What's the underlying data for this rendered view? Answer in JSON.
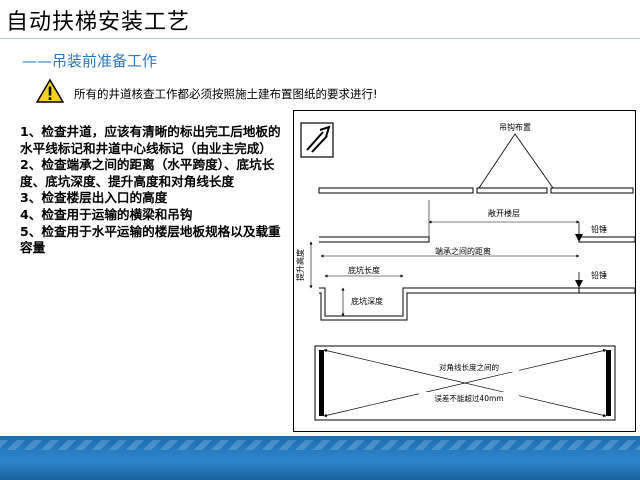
{
  "header": {
    "title": "自动扶梯安装工艺",
    "subtitle": "——吊装前准备工作"
  },
  "notice": {
    "icon": "warning-icon",
    "text": "所有的井道核查工作都必须按照施土建布置图纸的要求进行!"
  },
  "checklist": [
    "1、检查井道，应该有清晰的标出完工后地板的水平线标记和井道中心线标记（由业主完成）",
    "2、检查端承之间的距离（水平跨度）、底坑长度、底坑深度、提升高度和对角线长度",
    "3、检查楼层出入口的高度",
    "4、检查用于运输的横梁和吊钩",
    "5、检查用于水平运输的楼层地板规格以及载重容量"
  ],
  "diagram": {
    "hook_label": "吊钩布置",
    "clear_floor_label": "敞开楼层",
    "plumb_top_label": "铅锤",
    "plumb_bottom_label": "铅锤",
    "support_distance_label": "端承之间的距离",
    "lift_height_label": "提升高度",
    "pit_length_label": "底坑长度",
    "pit_depth_label": "底坑深度",
    "diagonal_label": "对角线长度之间的",
    "tolerance_label": "误差不能超过40mm",
    "accent_color": "#2a78c2"
  }
}
